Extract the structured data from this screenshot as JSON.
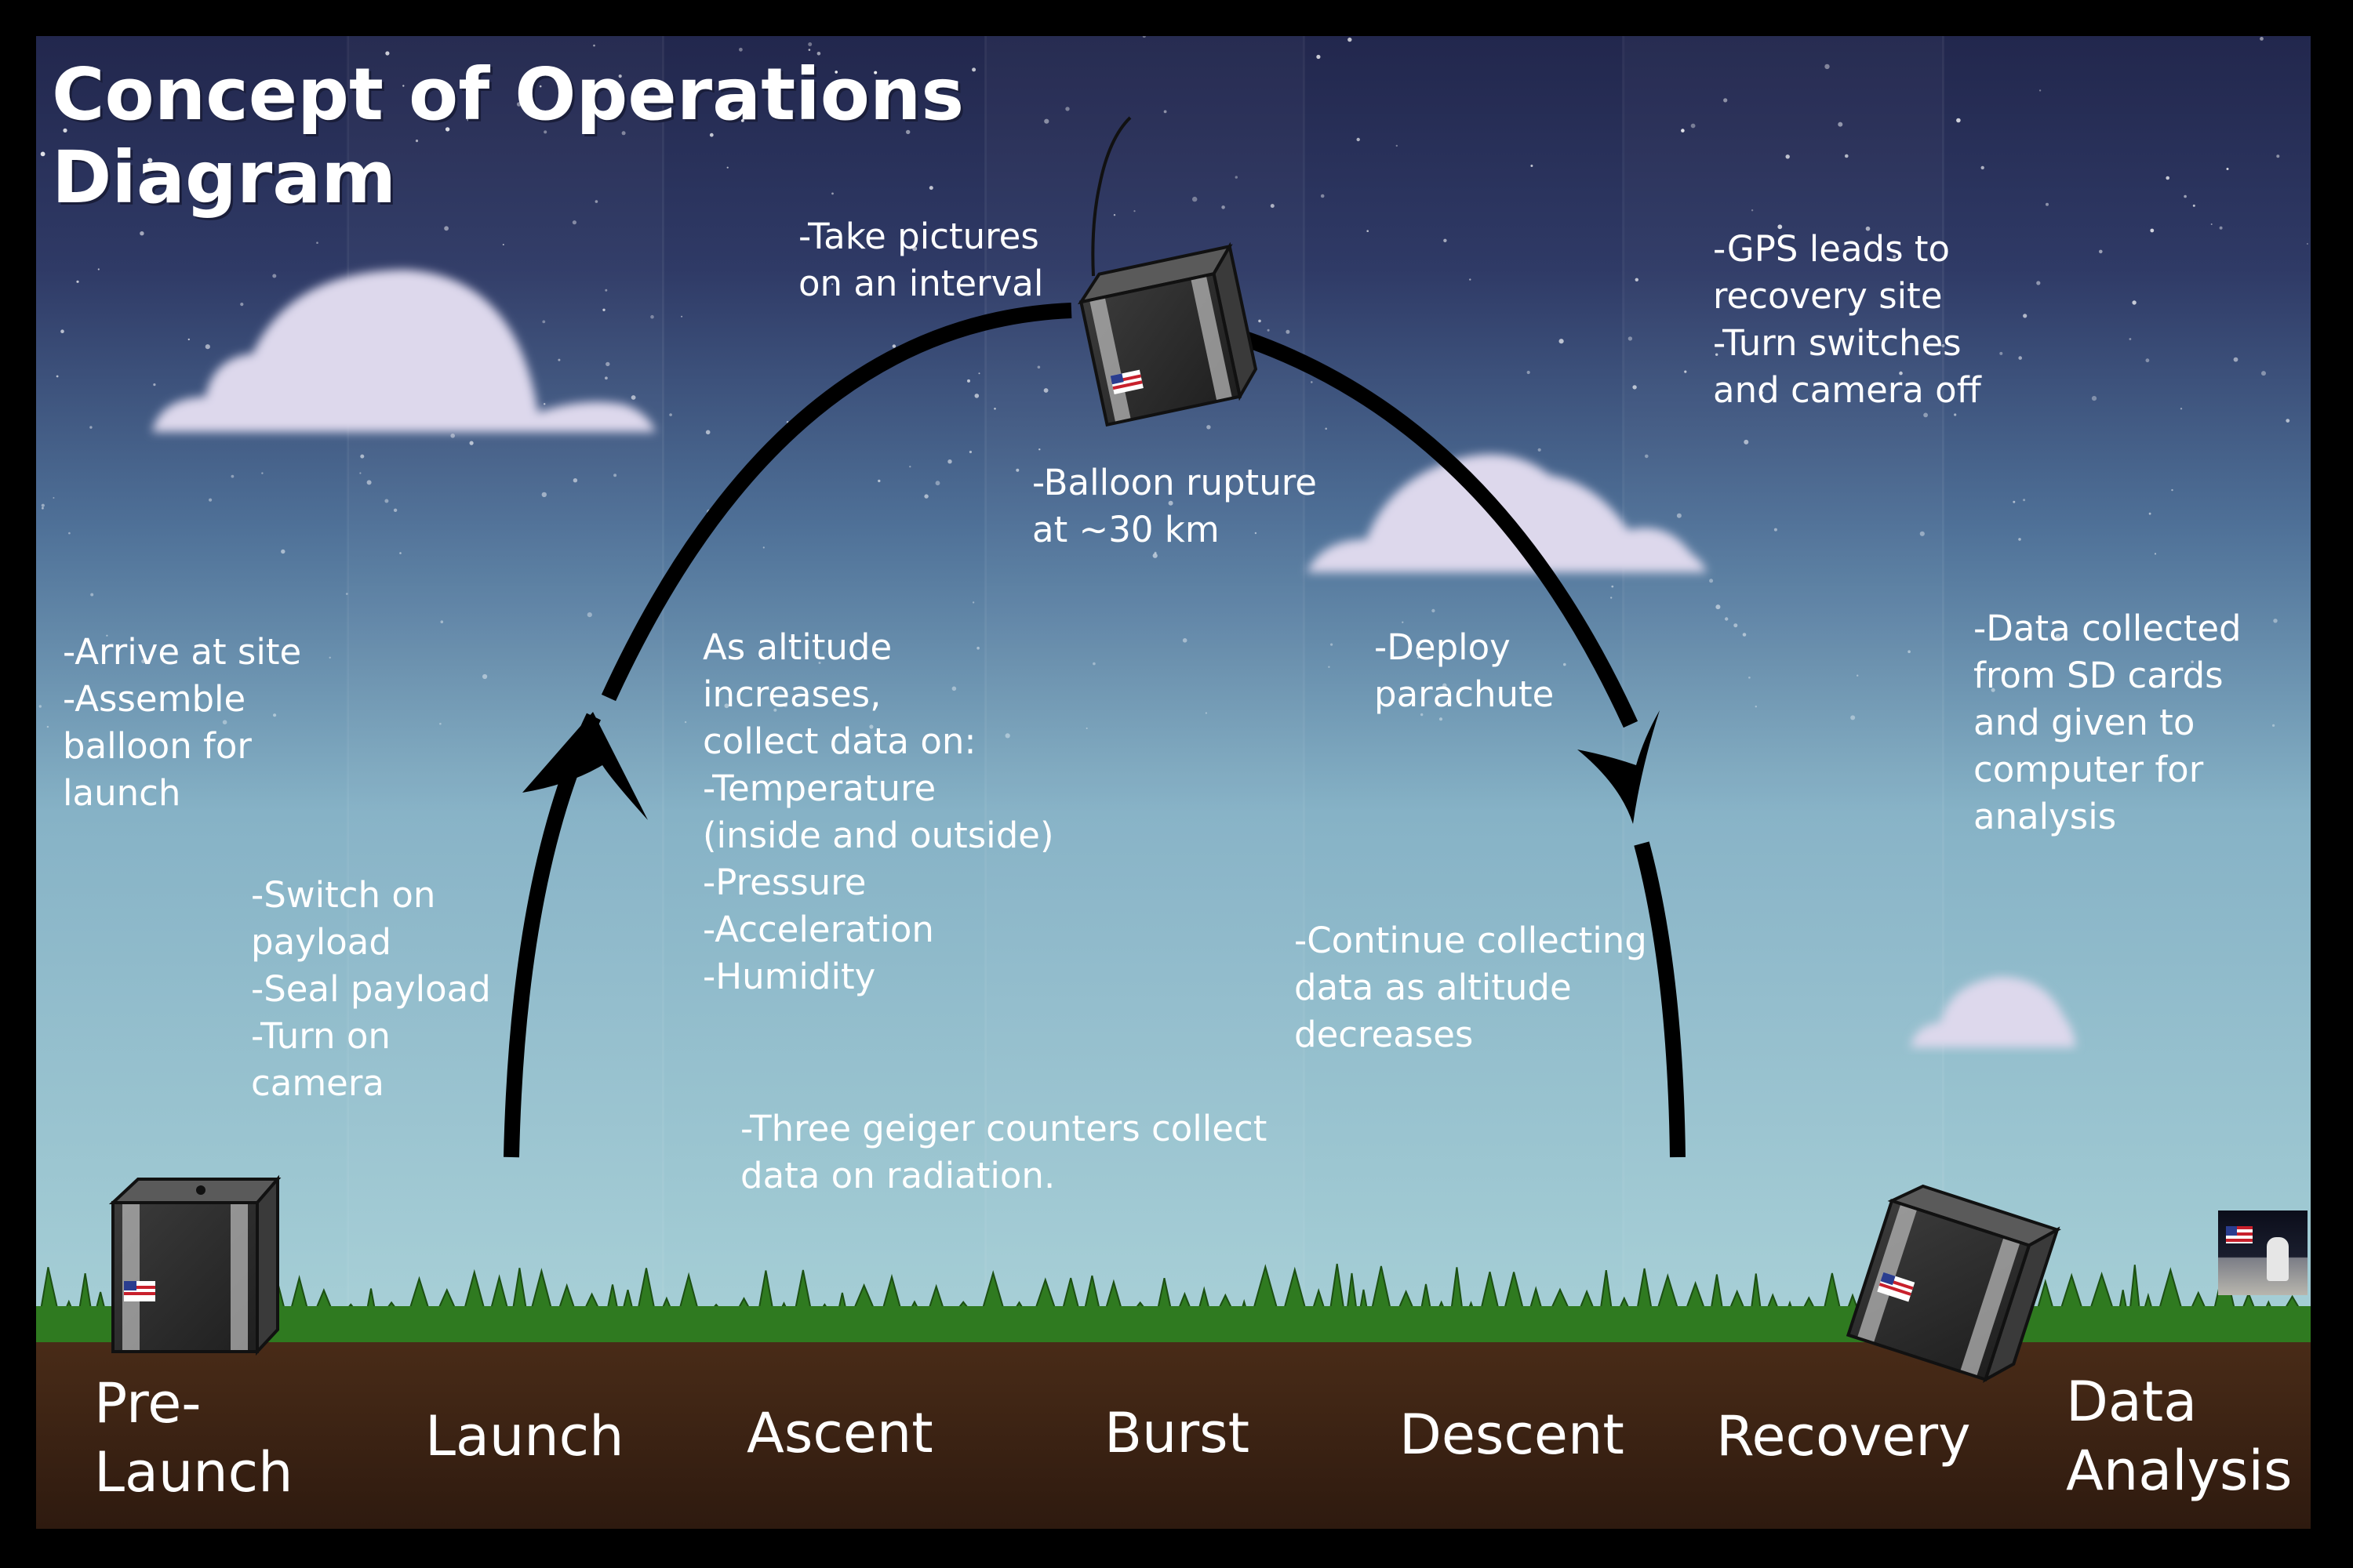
{
  "title": "Concept of Operations\nDiagram",
  "notes": {
    "prelaunch": "-Arrive at site\n-Assemble\nballoon for\nlaunch",
    "launch": "-Switch on\npayload\n-Seal payload\n-Turn on\ncamera",
    "ascent": "As altitude\nincreases,\ncollect data on:\n-Temperature\n(inside and outside)\n-Pressure\n-Acceleration\n-Humidity",
    "pictures": "-Take pictures\non an interval",
    "geiger": "-Three geiger counters collect\ndata on radiation.",
    "burst": "-Balloon rupture\nat ~30 km",
    "parachute": "-Deploy\nparachute",
    "descent": "-Continue collecting\ndata as altitude\ndecreases",
    "recovery": "-GPS leads to\nrecovery site\n-Turn switches\nand camera off",
    "analysis": "-Data collected\nfrom SD cards\nand given to\ncomputer for\nanalysis"
  },
  "phases": [
    "Pre-\nLaunch",
    "Launch",
    "Ascent",
    "Burst",
    "Descent",
    "Recovery",
    "Data\nAnalysis"
  ],
  "colors": {
    "sky_top": "#23284f",
    "sky_mid": "#4e6f98",
    "sky_low": "#9fc7d2",
    "grass": "#2f7a20",
    "soil": "#3a2417",
    "cloud": "#ddd8ec",
    "arc": "#000000",
    "payload": "#2e2e2e"
  }
}
